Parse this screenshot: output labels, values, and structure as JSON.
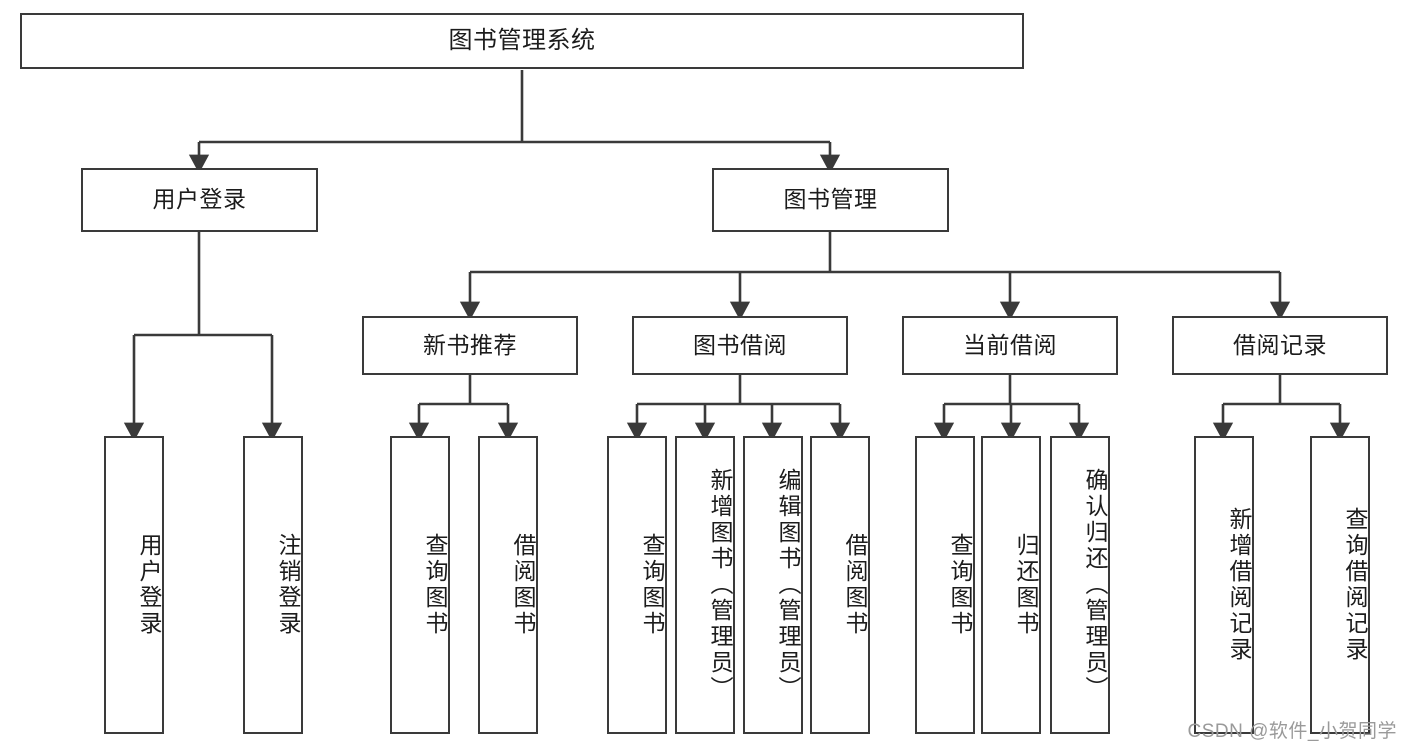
{
  "diagram": {
    "type": "tree-hierarchy",
    "title": "图书管理系统",
    "watermark": "CSDN @软件_小贺同学",
    "colors": {
      "border": "#3a3a3a",
      "background": "#ffffff",
      "text": "#1c1c1c",
      "edge": "#3a3a3a",
      "watermark": "#9a9a9a"
    },
    "levels": [
      {
        "level": 1,
        "nodes": [
          {
            "id": "root",
            "label": "图书管理系统",
            "orientation": "horizontal"
          }
        ]
      },
      {
        "level": 2,
        "nodes": [
          {
            "id": "login",
            "label": "用户登录",
            "orientation": "horizontal",
            "parent": "root"
          },
          {
            "id": "bookmgmt",
            "label": "图书管理",
            "orientation": "horizontal",
            "parent": "root"
          }
        ]
      },
      {
        "level": 3,
        "nodes": [
          {
            "id": "newbook",
            "label": "新书推荐",
            "orientation": "horizontal",
            "parent": "bookmgmt"
          },
          {
            "id": "borrow",
            "label": "图书借阅",
            "orientation": "horizontal",
            "parent": "bookmgmt"
          },
          {
            "id": "current",
            "label": "当前借阅",
            "orientation": "horizontal",
            "parent": "bookmgmt"
          },
          {
            "id": "records",
            "label": "借阅记录",
            "orientation": "horizontal",
            "parent": "bookmgmt"
          }
        ]
      },
      {
        "level": 4,
        "nodes": [
          {
            "id": "leaf1",
            "label": "用户登录",
            "orientation": "vertical",
            "parent": "login"
          },
          {
            "id": "leaf2",
            "label": "注销登录",
            "orientation": "vertical",
            "parent": "login"
          },
          {
            "id": "leaf3",
            "label": "查询图书",
            "orientation": "vertical",
            "parent": "newbook"
          },
          {
            "id": "leaf4",
            "label": "借阅图书",
            "orientation": "vertical",
            "parent": "newbook"
          },
          {
            "id": "leaf5",
            "label": "查询图书",
            "orientation": "vertical",
            "parent": "borrow"
          },
          {
            "id": "leaf6",
            "label": "新增图书（管理员）",
            "orientation": "vertical",
            "parent": "borrow"
          },
          {
            "id": "leaf7",
            "label": "编辑图书（管理员）",
            "orientation": "vertical",
            "parent": "borrow"
          },
          {
            "id": "leaf8",
            "label": "借阅图书",
            "orientation": "vertical",
            "parent": "borrow"
          },
          {
            "id": "leaf9",
            "label": "查询图书",
            "orientation": "vertical",
            "parent": "current"
          },
          {
            "id": "leaf10",
            "label": "归还图书",
            "orientation": "vertical",
            "parent": "current"
          },
          {
            "id": "leaf11",
            "label": "确认归还（管理员）",
            "orientation": "vertical",
            "parent": "current"
          },
          {
            "id": "leaf12",
            "label": "新增借阅记录",
            "orientation": "vertical",
            "parent": "records"
          },
          {
            "id": "leaf13",
            "label": "查询借阅记录",
            "orientation": "vertical",
            "parent": "records"
          }
        ]
      }
    ]
  }
}
